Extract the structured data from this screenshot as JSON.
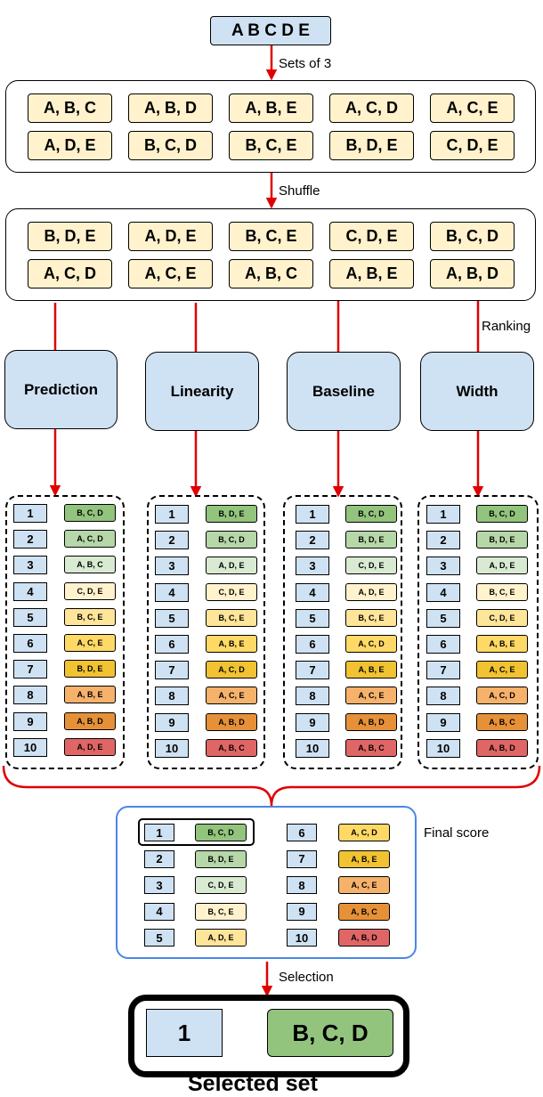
{
  "top": {
    "text": "A B C D E"
  },
  "step1_label": "Sets of 3",
  "step2_label": "Shuffle",
  "ranking_label": "Ranking",
  "final_label": "Final score",
  "selection_label": "Selection",
  "selected_set_label": "Selected set",
  "sets": {
    "row1": [
      "A, B, C",
      "A, B, D",
      "A, B, E",
      "A, C, D",
      "A, C, E"
    ],
    "row2": [
      "A, D, E",
      "B, C, D",
      "B, C, E",
      "B, D, E",
      "C, D, E"
    ]
  },
  "shuffled": {
    "row1": [
      "B, D, E",
      "A, D, E",
      "B, C, E",
      "C, D, E",
      "B, C, D"
    ],
    "row2": [
      "A, C, D",
      "A, C, E",
      "A, B, C",
      "A, B, E",
      "A, B, D"
    ]
  },
  "rank_colors": [
    "#93c47d",
    "#b6d7a8",
    "#d9ead3",
    "#fff2cc",
    "#ffe599",
    "#ffd966",
    "#f1c232",
    "#f6b26b",
    "#e69138",
    "#e06666"
  ],
  "methods": [
    {
      "name": "Prediction",
      "list": [
        "B, C, D",
        "A, C, D",
        "A, B, C",
        "C, D, E",
        "B, C, E",
        "A, C, E",
        "B, D, E",
        "A, B, E",
        "A, B, D",
        "A, D, E"
      ]
    },
    {
      "name": "Linearity",
      "list": [
        "B, D, E",
        "B, C, D",
        "A, D, E",
        "C, D, E",
        "B, C, E",
        "A, B, E",
        "A, C, D",
        "A, C, E",
        "A, B, D",
        "A, B, C"
      ]
    },
    {
      "name": "Baseline",
      "list": [
        "B, C, D",
        "B, D, E",
        "C, D, E",
        "A, D, E",
        "B, C, E",
        "A, C, D",
        "A, B, E",
        "A, C, E",
        "A, B, D",
        "A, B, C"
      ]
    },
    {
      "name": "Width",
      "list": [
        "B, C, D",
        "B, D, E",
        "A, D, E",
        "B, C, E",
        "C, D, E",
        "A, B, E",
        "A, C, E",
        "A, C, D",
        "A, B, C",
        "A, B, D"
      ]
    }
  ],
  "ranks": [
    "1",
    "2",
    "3",
    "4",
    "5",
    "6",
    "7",
    "8",
    "9",
    "10"
  ],
  "final": {
    "list": [
      "B, C, D",
      "B, D, E",
      "C, D, E",
      "B, C, E",
      "A, D, E",
      "A, C, D",
      "A, B, E",
      "A, C, E",
      "A, B, C",
      "A, B, D"
    ]
  },
  "selected": {
    "rank": "1",
    "combo": "B, C, D"
  }
}
